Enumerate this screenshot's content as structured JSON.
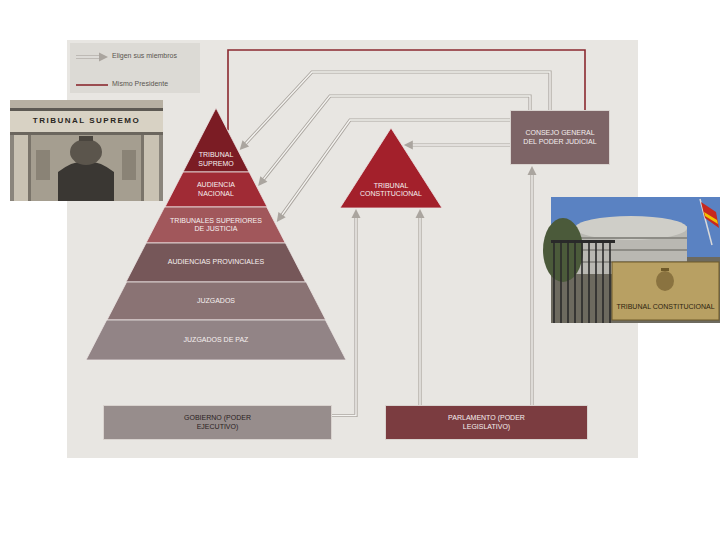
{
  "diagram": {
    "nodes": [
      {
        "text": [
          "TRIBUNAL SUPREMO"
        ]
      },
      {
        "text": [
          "AUDIENCIA NACIONAL"
        ]
      },
      {
        "text": [
          "TRIBUNALES SUPERIORES DE JUSTICIA"
        ]
      },
      {
        "text": [
          "AUDIENCIAS PROVINCIALES"
        ]
      },
      {
        "text": [
          "JUZGADOS"
        ]
      },
      {
        "text": [
          "JUZGADOS DE PAZ"
        ]
      },
      {
        "text": [
          "TRIBUNAL CONSTITUCIONAL"
        ]
      },
      {
        "text": [
          "CONSEJO GENERAL DEL PODER JUDICIAL"
        ]
      },
      {
        "text": [
          "GOBIERNO (PODER EJECUTIVO)"
        ]
      },
      {
        "text": [
          "PARLAMENTO (PODER LEGISLATIVO)"
        ]
      }
    ],
    "edges": [
      {
        "from": 7,
        "to": 0,
        "arrow": "none"
      },
      {
        "from": 7,
        "to": 0,
        "arrow": "to"
      },
      {
        "from": 7,
        "to": 1,
        "arrow": "to"
      },
      {
        "from": 7,
        "to": 2,
        "arrow": "to"
      },
      {
        "from": 7,
        "to": 6,
        "arrow": "to"
      },
      {
        "from": 8,
        "to": 6,
        "arrow": "to"
      },
      {
        "from": 9,
        "to": 6,
        "arrow": "to"
      },
      {
        "from": 9,
        "to": 7,
        "arrow": "to"
      }
    ],
    "labels": [
      "TRIBUNAL SUPREMO",
      "TRIBUNAL CONSTITUCIONAL"
    ],
    "legend": [
      {
        "text": "Eligen sus miembros"
      },
      {
        "text": "Mismo Presidente"
      }
    ]
  }
}
